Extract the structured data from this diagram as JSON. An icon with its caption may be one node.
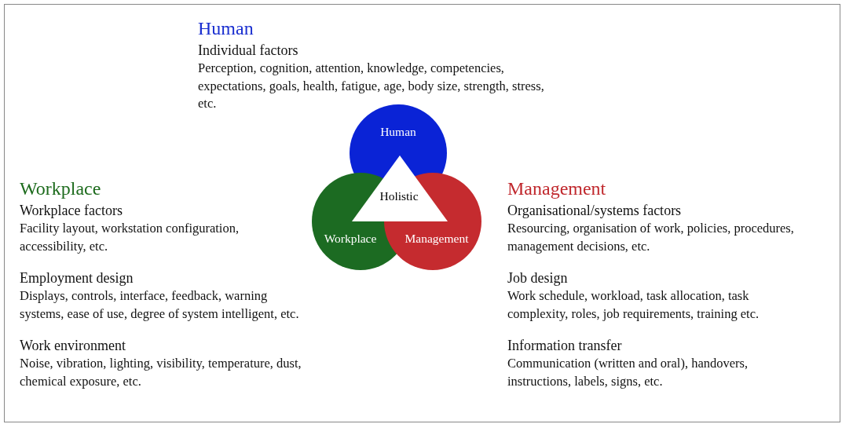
{
  "diagram": {
    "nodes": [
      {
        "text": [
          "Human"
        ]
      },
      {
        "text": [
          "Workplace"
        ]
      },
      {
        "text": [
          "Management"
        ]
      },
      {
        "text": [
          "Holistic"
        ]
      }
    ],
    "labels": [
      "Human",
      "Individual factors",
      "Perception, cognition, attention, knowledge, competencies, expectations, goals, health, fatigue, age, body size, strength, stress, etc.",
      "Workplace",
      "Workplace factors",
      "Facility layout, workstation configuration, accessibility, etc.",
      "Employment design",
      "Displays, controls, interface, feedback, warning systems, ease of use, degree of system intelligent, etc.",
      "Work environment",
      "Noise, vibration, lighting, visibility, temperature, dust, chemical exposure, etc.",
      "Management",
      "Organisational/systems factors",
      "Resourcing, organisation of work, policies, procedures, management decisions, etc.",
      "Job design",
      "Work schedule, workload, task allocation, task complexity, roles, job requirements, training etc.",
      "Information transfer",
      "Communication (written and oral), handovers, instructions, labels, signs, etc."
    ]
  }
}
